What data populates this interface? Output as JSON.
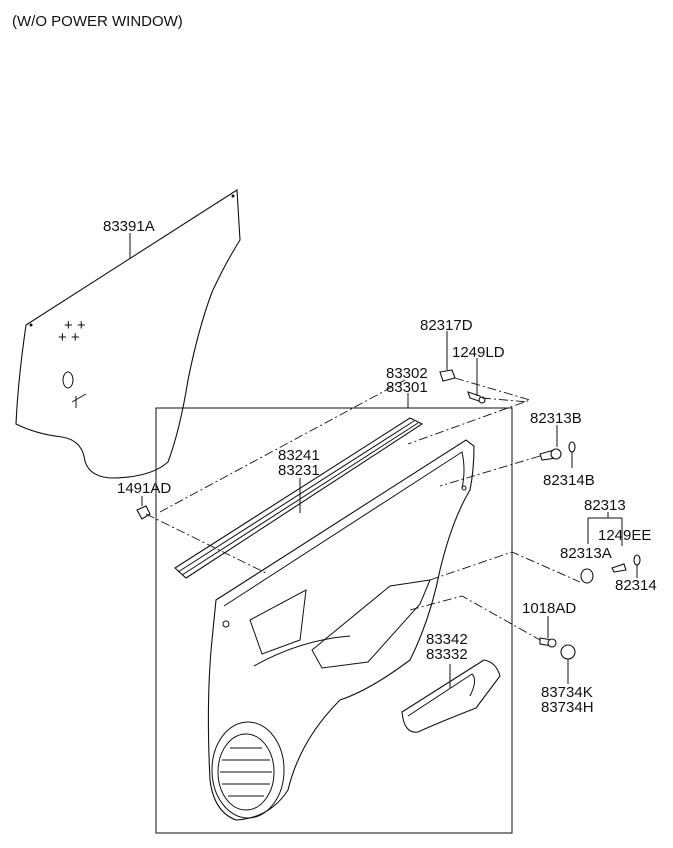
{
  "title": "(W/O POWER WINDOW)",
  "parts": [
    {
      "id": "83391A",
      "lines": [
        "83391A"
      ]
    },
    {
      "id": "82317D",
      "lines": [
        "82317D"
      ]
    },
    {
      "id": "1249LD",
      "lines": [
        "1249LD"
      ]
    },
    {
      "id": "83302_83301",
      "lines": [
        "83302",
        "83301"
      ]
    },
    {
      "id": "83241_83231",
      "lines": [
        "83241",
        "83231"
      ]
    },
    {
      "id": "1491AD",
      "lines": [
        "1491AD"
      ]
    },
    {
      "id": "82313B",
      "lines": [
        "82313B"
      ]
    },
    {
      "id": "82314B",
      "lines": [
        "82314B"
      ]
    },
    {
      "id": "82313",
      "lines": [
        "82313"
      ]
    },
    {
      "id": "1249EE",
      "lines": [
        "1249EE"
      ]
    },
    {
      "id": "82313A",
      "lines": [
        "82313A"
      ]
    },
    {
      "id": "82314",
      "lines": [
        "82314"
      ]
    },
    {
      "id": "1018AD",
      "lines": [
        "1018AD"
      ]
    },
    {
      "id": "83342_83332",
      "lines": [
        "83342",
        "83332"
      ]
    },
    {
      "id": "83734K_83734H",
      "lines": [
        "83734K",
        "83734H"
      ]
    }
  ]
}
